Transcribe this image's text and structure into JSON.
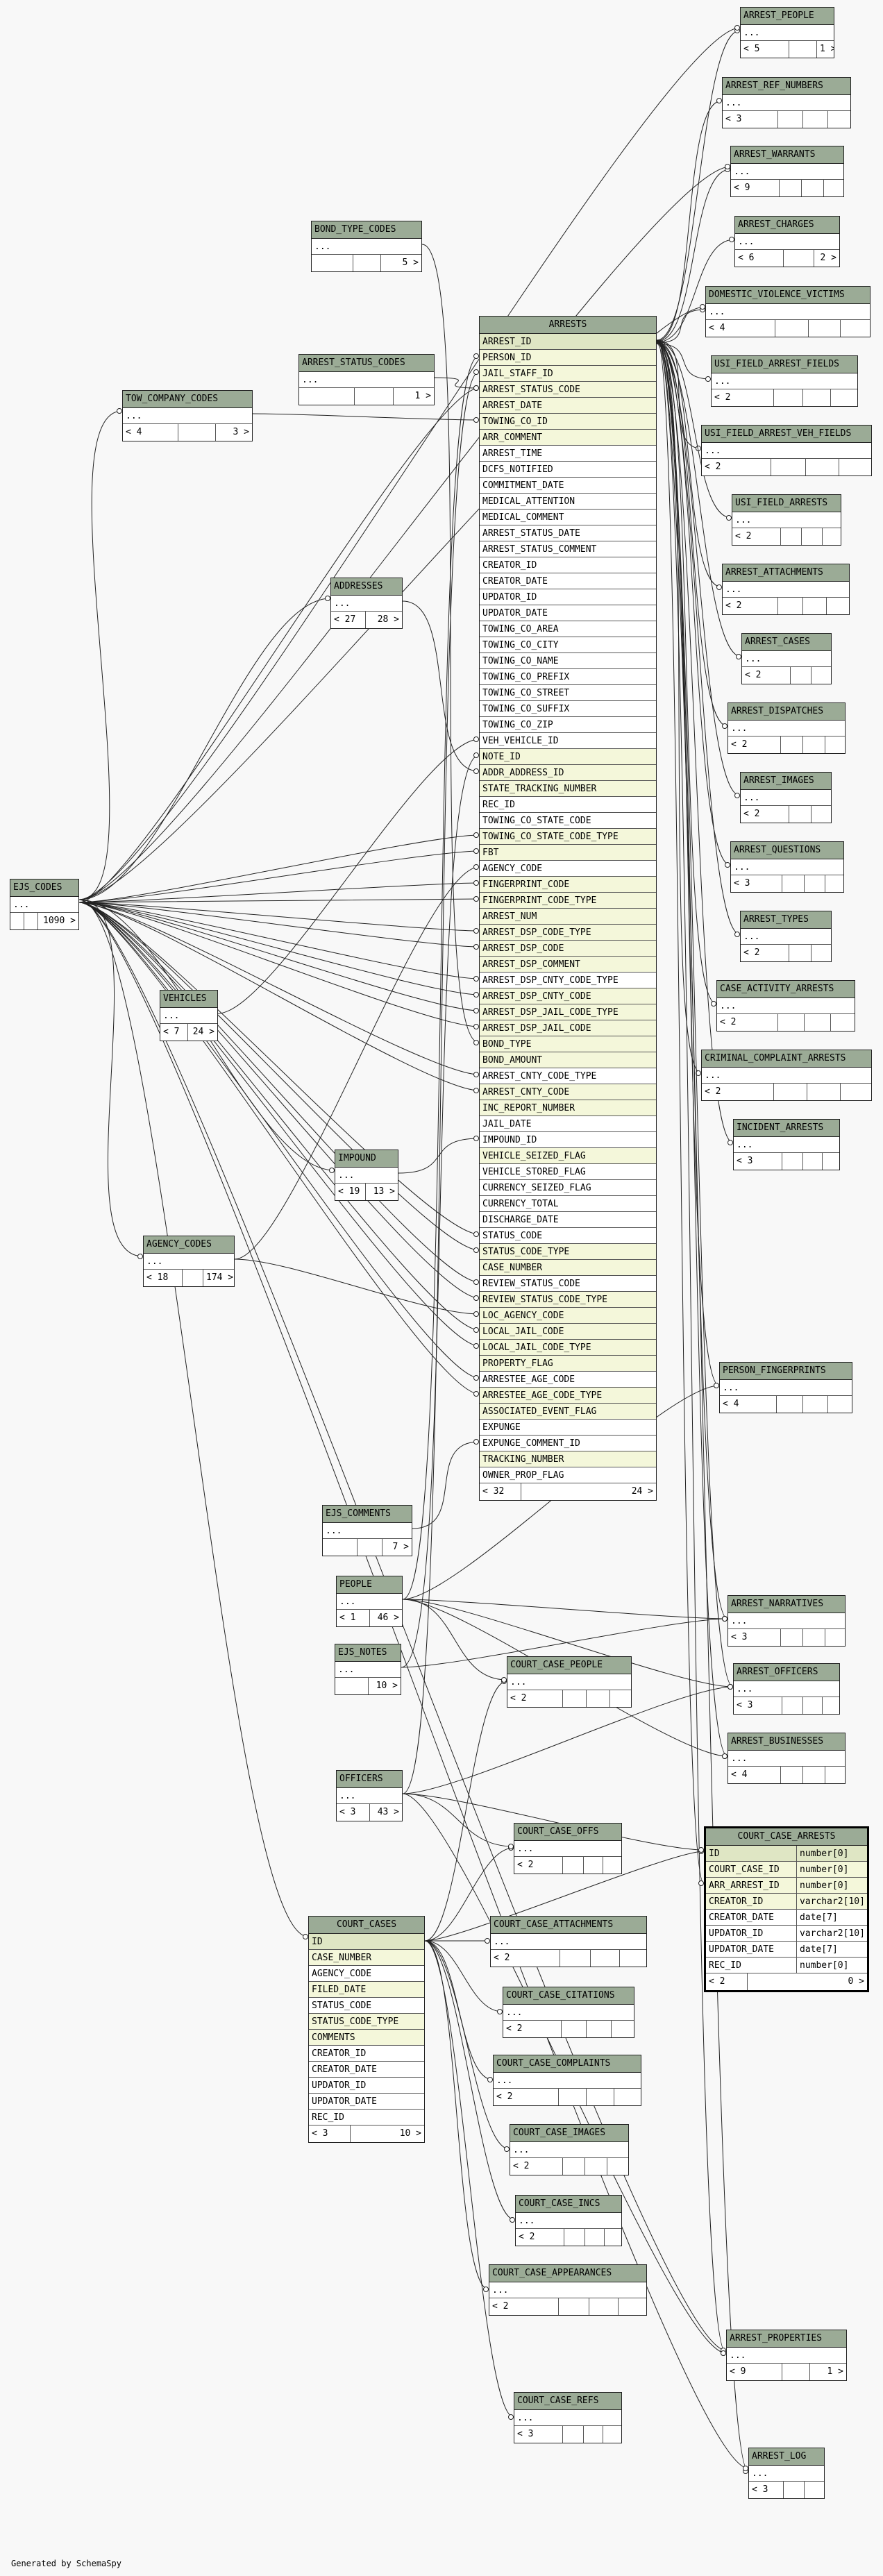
{
  "footer": "Generated by SchemaSpy",
  "tables": {
    "arrest_people": {
      "name": "ARREST_PEOPLE",
      "dots": "...",
      "f": [
        "< 5",
        "",
        "1 >"
      ]
    },
    "arrest_ref_numbers": {
      "name": "ARREST_REF_NUMBERS",
      "dots": "...",
      "f": [
        "< 3",
        "",
        "",
        ""
      ]
    },
    "arrest_warrants": {
      "name": "ARREST_WARRANTS",
      "dots": "...",
      "f": [
        "< 9",
        "",
        "",
        ""
      ]
    },
    "arrest_charges": {
      "name": "ARREST_CHARGES",
      "dots": "...",
      "f": [
        "< 6",
        "",
        "2 >"
      ]
    },
    "dv_victims": {
      "name": "DOMESTIC_VIOLENCE_VICTIMS",
      "dots": "...",
      "f": [
        "< 4",
        "",
        "",
        ""
      ]
    },
    "usi_field_arrest_fields": {
      "name": "USI_FIELD_ARREST_FIELDS",
      "dots": "...",
      "f": [
        "< 2",
        "",
        "",
        ""
      ]
    },
    "usi_field_arrest_veh_fields": {
      "name": "USI_FIELD_ARREST_VEH_FIELDS",
      "dots": "...",
      "f": [
        "< 2",
        "",
        "",
        ""
      ]
    },
    "usi_field_arrests": {
      "name": "USI_FIELD_ARRESTS",
      "dots": "...",
      "f": [
        "< 2",
        "",
        "",
        ""
      ]
    },
    "arrest_attachments": {
      "name": "ARREST_ATTACHMENTS",
      "dots": "...",
      "f": [
        "< 2",
        "",
        "",
        ""
      ]
    },
    "arrest_cases": {
      "name": "ARREST_CASES",
      "dots": "...",
      "f": [
        "< 2",
        "",
        ""
      ]
    },
    "arrest_dispatches": {
      "name": "ARREST_DISPATCHES",
      "dots": "...",
      "f": [
        "< 2",
        "",
        "",
        ""
      ]
    },
    "arrest_images": {
      "name": "ARREST_IMAGES",
      "dots": "...",
      "f": [
        "< 2",
        "",
        ""
      ]
    },
    "arrest_questions": {
      "name": "ARREST_QUESTIONS",
      "dots": "...",
      "f": [
        "< 3",
        "",
        "",
        ""
      ]
    },
    "arrest_types": {
      "name": "ARREST_TYPES",
      "dots": "...",
      "f": [
        "< 2",
        "",
        ""
      ]
    },
    "case_activity_arrests": {
      "name": "CASE_ACTIVITY_ARRESTS",
      "dots": "...",
      "f": [
        "< 2",
        "",
        "",
        ""
      ]
    },
    "criminal_complaint_arrests": {
      "name": "CRIMINAL_COMPLAINT_ARRESTS",
      "dots": "...",
      "f": [
        "< 2",
        "",
        "",
        ""
      ]
    },
    "incident_arrests": {
      "name": "INCIDENT_ARRESTS",
      "dots": "...",
      "f": [
        "< 3",
        "",
        "",
        ""
      ]
    },
    "person_fingerprints": {
      "name": "PERSON_FINGERPRINTS",
      "dots": "...",
      "f": [
        "< 4",
        "",
        "",
        ""
      ]
    },
    "arrest_narratives": {
      "name": "ARREST_NARRATIVES",
      "dots": "...",
      "f": [
        "< 3",
        "",
        "",
        ""
      ]
    },
    "arrest_officers": {
      "name": "ARREST_OFFICERS",
      "dots": "...",
      "f": [
        "< 3",
        "",
        "",
        ""
      ]
    },
    "arrest_businesses": {
      "name": "ARREST_BUSINESSES",
      "dots": "...",
      "f": [
        "< 4",
        "",
        "",
        ""
      ]
    },
    "arrest_properties": {
      "name": "ARREST_PROPERTIES",
      "dots": "...",
      "f": [
        "< 9",
        "",
        "1 >"
      ]
    },
    "arrest_log": {
      "name": "ARREST_LOG",
      "dots": "...",
      "f": [
        "< 3",
        "",
        ""
      ]
    },
    "bond_type_codes": {
      "name": "BOND_TYPE_CODES",
      "dots": "...",
      "f": [
        "",
        "",
        "5 >"
      ]
    },
    "arrest_status_codes": {
      "name": "ARREST_STATUS_CODES",
      "dots": "...",
      "f": [
        "",
        "",
        "1 >"
      ]
    },
    "tow_company_codes": {
      "name": "TOW_COMPANY_CODES",
      "dots": "...",
      "f": [
        "< 4",
        "",
        "3 >"
      ]
    },
    "addresses": {
      "name": "ADDRESSES",
      "dots": "...",
      "f": [
        "< 27",
        "28 >"
      ]
    },
    "ejs_codes": {
      "name": "EJS_CODES",
      "dots": "...",
      "f": [
        "",
        "",
        "1090 >"
      ]
    },
    "vehicles": {
      "name": "VEHICLES",
      "dots": "...",
      "f": [
        "< 7",
        "24 >"
      ]
    },
    "impound": {
      "name": "IMPOUND",
      "dots": "...",
      "f": [
        "< 19",
        "13 >"
      ]
    },
    "agency_codes": {
      "name": "AGENCY_CODES",
      "dots": "...",
      "f": [
        "< 18",
        "",
        "174 >"
      ]
    },
    "ejs_comments": {
      "name": "EJS_COMMENTS",
      "dots": "...",
      "f": [
        "",
        "",
        "7 >"
      ]
    },
    "people": {
      "name": "PEOPLE",
      "dots": "...",
      "f": [
        "< 1",
        "46 >"
      ]
    },
    "ejs_notes": {
      "name": "EJS_NOTES",
      "dots": "...",
      "f": [
        "",
        "10 >"
      ]
    },
    "court_case_people": {
      "name": "COURT_CASE_PEOPLE",
      "dots": "...",
      "f": [
        "< 2",
        "",
        "",
        ""
      ]
    },
    "officers": {
      "name": "OFFICERS",
      "dots": "...",
      "f": [
        "< 3",
        "43 >"
      ]
    },
    "court_case_offs": {
      "name": "COURT_CASE_OFFS",
      "dots": "...",
      "f": [
        "< 2",
        "",
        "",
        ""
      ]
    },
    "court_case_attachments": {
      "name": "COURT_CASE_ATTACHMENTS",
      "dots": "...",
      "f": [
        "< 2",
        "",
        "",
        ""
      ]
    },
    "court_case_citations": {
      "name": "COURT_CASE_CITATIONS",
      "dots": "...",
      "f": [
        "< 2",
        "",
        "",
        ""
      ]
    },
    "court_case_complaints": {
      "name": "COURT_CASE_COMPLAINTS",
      "dots": "...",
      "f": [
        "< 2",
        "",
        "",
        ""
      ]
    },
    "court_case_images": {
      "name": "COURT_CASE_IMAGES",
      "dots": "...",
      "f": [
        "< 2",
        "",
        "",
        ""
      ]
    },
    "court_case_incs": {
      "name": "COURT_CASE_INCS",
      "dots": "...",
      "f": [
        "< 2",
        "",
        "",
        ""
      ]
    },
    "court_case_appearances": {
      "name": "COURT_CASE_APPEARANCES",
      "dots": "...",
      "f": [
        "< 2",
        "",
        "",
        ""
      ]
    },
    "court_case_refs": {
      "name": "COURT_CASE_REFS",
      "dots": "...",
      "f": [
        "< 3",
        "",
        "",
        ""
      ]
    }
  },
  "arrests": {
    "name": "ARRESTS",
    "columns": [
      "ARREST_ID",
      "PERSON_ID",
      "JAIL_STAFF_ID",
      "ARREST_STATUS_CODE",
      "ARREST_DATE",
      "TOWING_CO_ID",
      "ARR_COMMENT",
      "ARREST_TIME",
      "DCFS_NOTIFIED",
      "COMMITMENT_DATE",
      "MEDICAL_ATTENTION",
      "MEDICAL_COMMENT",
      "ARREST_STATUS_DATE",
      "ARREST_STATUS_COMMENT",
      "CREATOR_ID",
      "CREATOR_DATE",
      "UPDATOR_ID",
      "UPDATOR_DATE",
      "TOWING_CO_AREA",
      "TOWING_CO_CITY",
      "TOWING_CO_NAME",
      "TOWING_CO_PREFIX",
      "TOWING_CO_STREET",
      "TOWING_CO_SUFFIX",
      "TOWING_CO_ZIP",
      "VEH_VEHICLE_ID",
      "NOTE_ID",
      "ADDR_ADDRESS_ID",
      "STATE_TRACKING_NUMBER",
      "REC_ID",
      "TOWING_CO_STATE_CODE",
      "TOWING_CO_STATE_CODE_TYPE",
      "FBT",
      "AGENCY_CODE",
      "FINGERPRINT_CODE",
      "FINGERPRINT_CODE_TYPE",
      "ARREST_NUM",
      "ARREST_DSP_CODE_TYPE",
      "ARREST_DSP_CODE",
      "ARREST_DSP_COMMENT",
      "ARREST_DSP_CNTY_CODE_TYPE",
      "ARREST_DSP_CNTY_CODE",
      "ARREST_DSP_JAIL_CODE_TYPE",
      "ARREST_DSP_JAIL_CODE",
      "BOND_TYPE",
      "BOND_AMOUNT",
      "ARREST_CNTY_CODE_TYPE",
      "ARREST_CNTY_CODE",
      "INC_REPORT_NUMBER",
      "JAIL_DATE",
      "IMPOUND_ID",
      "VEHICLE_SEIZED_FLAG",
      "VEHICLE_STORED_FLAG",
      "CURRENCY_SEIZED_FLAG",
      "CURRENCY_TOTAL",
      "DISCHARGE_DATE",
      "STATUS_CODE",
      "STATUS_CODE_TYPE",
      "CASE_NUMBER",
      "REVIEW_STATUS_CODE",
      "REVIEW_STATUS_CODE_TYPE",
      "LOC_AGENCY_CODE",
      "LOCAL_JAIL_CODE",
      "LOCAL_JAIL_CODE_TYPE",
      "PROPERTY_FLAG",
      "ARRESTEE_AGE_CODE",
      "ARRESTEE_AGE_CODE_TYPE",
      "ASSOCIATED_EVENT_FLAG",
      "EXPUNGE",
      "EXPUNGE_COMMENT_ID",
      "TRACKING_NUMBER",
      "OWNER_PROP_FLAG"
    ],
    "fk": [
      1,
      2,
      3,
      4,
      5,
      6,
      26,
      27,
      28,
      31,
      32,
      34,
      35,
      36,
      37,
      38,
      39,
      41,
      42,
      43,
      44,
      45,
      47,
      48,
      51,
      57,
      58,
      60,
      61,
      62,
      63,
      64,
      66,
      67,
      70
    ],
    "footer": [
      "< 32",
      "24 >"
    ]
  },
  "court_cases": {
    "name": "COURT_CASES",
    "columns": [
      "ID",
      "CASE_NUMBER",
      "AGENCY_CODE",
      "FILED_DATE",
      "STATUS_CODE",
      "STATUS_CODE_TYPE",
      "COMMENTS",
      "CREATOR_ID",
      "CREATOR_DATE",
      "UPDATOR_ID",
      "UPDATOR_DATE",
      "REC_ID"
    ],
    "fk": [
      1,
      3,
      5,
      6
    ],
    "footer": [
      "< 3",
      "10 >"
    ]
  },
  "court_case_arrests": {
    "name": "COURT_CASE_ARRESTS",
    "columns": [
      {
        "name": "ID",
        "type": "number[0]"
      },
      {
        "name": "COURT_CASE_ID",
        "type": "number[0]"
      },
      {
        "name": "ARR_ARREST_ID",
        "type": "number[0]"
      },
      {
        "name": "CREATOR_ID",
        "type": "varchar2[10]"
      },
      {
        "name": "CREATOR_DATE",
        "type": "date[7]"
      },
      {
        "name": "UPDATOR_ID",
        "type": "varchar2[10]"
      },
      {
        "name": "UPDATOR_DATE",
        "type": "date[7]"
      },
      {
        "name": "REC_ID",
        "type": "number[0]"
      }
    ],
    "fk": [
      1,
      2,
      3
    ],
    "footer": [
      "< 2",
      "0 >"
    ]
  }
}
